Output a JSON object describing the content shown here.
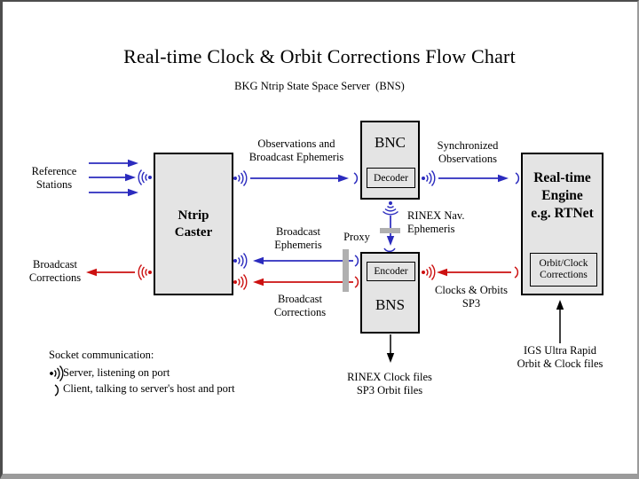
{
  "page": {
    "title": "Real-time Clock & Orbit Corrections Flow Chart",
    "subtitle": "BKG Ntrip State Space Server  (BNS)"
  },
  "boxes": {
    "ntrip_caster": {
      "lines": [
        "Ntrip",
        "Caster"
      ]
    },
    "bnc": {
      "title": "BNC",
      "sub": "Decoder"
    },
    "bns": {
      "title": "BNS",
      "sub": "Encoder"
    },
    "engine": {
      "lines": [
        "Real-time",
        "Engine",
        "e.g. RTNet"
      ],
      "sub_lines": [
        "Orbit/Clock",
        "Corrections"
      ]
    }
  },
  "labels": {
    "reference_stations": [
      "Reference",
      "Stations"
    ],
    "broadcast_corrections_left": [
      "Broadcast",
      "Corrections"
    ],
    "observations": [
      "Observations and",
      "Broadcast Ephemeris"
    ],
    "synchronized": [
      "Synchronized",
      "Observations"
    ],
    "rinex_nav": [
      "RINEX Nav.",
      "Ephemeris"
    ],
    "proxy": "Proxy",
    "broadcast_ephemeris": [
      "Broadcast",
      "Ephemeris"
    ],
    "broadcast_corrections_mid": [
      "Broadcast",
      "Corrections"
    ],
    "clocks_orbits": [
      "Clocks & Orbits",
      "SP3"
    ],
    "rinex_clock_files": [
      "RINEX Clock files",
      "SP3 Orbit files"
    ],
    "igs": [
      "IGS Ultra Rapid",
      "Orbit & Clock files"
    ]
  },
  "legend": {
    "heading": "Socket communication:",
    "server": "Server, listening on port",
    "client": "Client, talking to server's host and port"
  },
  "icons": {
    "server_socket": "radiating-arcs-socket-icon",
    "client_socket": "single-arc-socket-icon"
  },
  "colors": {
    "arrow_blue": "#2b2bbe",
    "arrow_red": "#cc1111",
    "box_fill": "#e4e4e4",
    "proxy_gray": "#b0b0b0",
    "frame_dark": "#4d4d4d",
    "frame_light": "#9b9b9b"
  }
}
